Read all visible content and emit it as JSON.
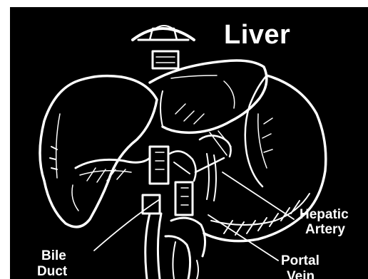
{
  "figure": {
    "title": "Liver",
    "labels": {
      "hepatic_artery": [
        "Hepatic",
        "Artery"
      ],
      "portal_vein": [
        "Portal",
        "Vein"
      ],
      "bile_duct": [
        "Bile",
        "Duct"
      ]
    },
    "colors": {
      "background": "#000000",
      "ink": "#ffffff",
      "page": "#ffffff"
    }
  }
}
